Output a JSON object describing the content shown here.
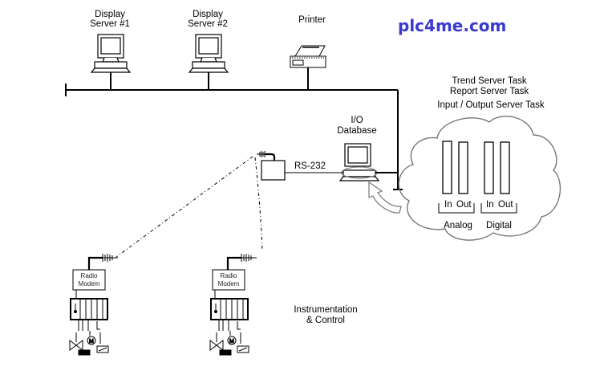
{
  "brand": {
    "text": "plc4me.com",
    "color": "#3a3ad0"
  },
  "nodes": {
    "display_server_1": {
      "line1": "Display",
      "line2": "Server #1"
    },
    "display_server_2": {
      "line1": "Display",
      "line2": "Server #2"
    },
    "printer": {
      "label": "Printer"
    },
    "io_database": {
      "line1": "I/O",
      "line2": "Database"
    },
    "rs232": {
      "label": "RS-232"
    },
    "radio_modem_1": {
      "line1": "Radio",
      "line2": "Modem"
    },
    "radio_modem_2": {
      "line1": "Radio",
      "line2": "Modem"
    },
    "instrumentation": {
      "line1": "Instrumentation",
      "line2": "& Control"
    }
  },
  "server_tasks": {
    "lines": [
      "Trend Server Task",
      "Report Server Task",
      "Input / Output Server Task"
    ]
  },
  "io_groups": [
    {
      "name": "Analog",
      "in_label": "In",
      "out_label": "Out"
    },
    {
      "name": "Digital",
      "in_label": "In",
      "out_label": "Out"
    }
  ],
  "colors": {
    "line": "#000000",
    "cloud": "#777777"
  }
}
